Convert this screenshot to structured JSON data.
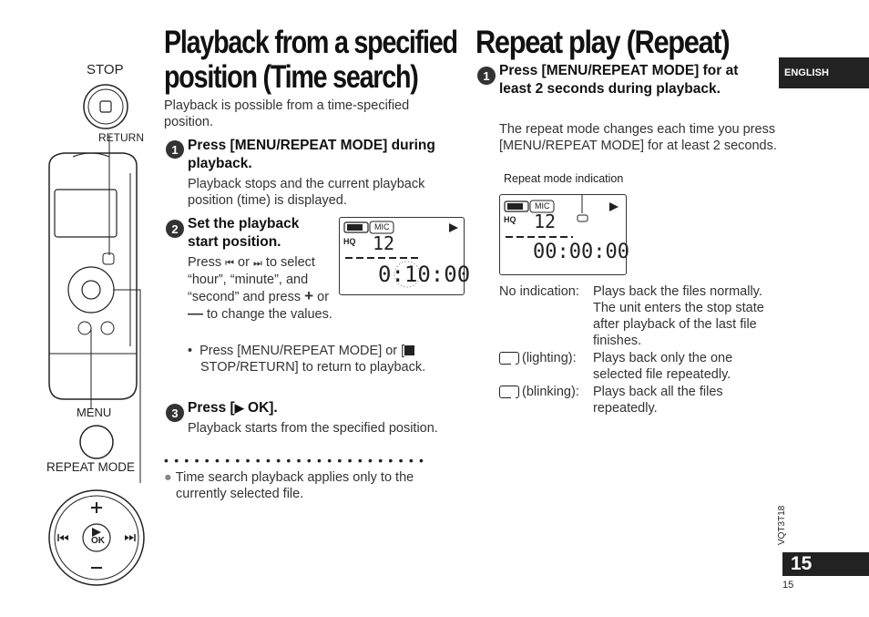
{
  "left_title": [
    "Playback from a specified",
    "position (Time search)"
  ],
  "left_intro": "Playback is possible from a time-specified position.",
  "device_labels": {
    "stop": "STOP",
    "return": "RETURN",
    "menu": "MENU",
    "repeat_mode": "REPEAT MODE",
    "ok": "OK"
  },
  "steps_left": [
    {
      "num": "1",
      "head": "Press [MENU/REPEAT MODE] during playback.",
      "body": "Playback stops and the current playback position (time) is displayed."
    },
    {
      "num": "2",
      "head": "Set the playback start position.",
      "body_1": "Press",
      "body_2": "or",
      "body_3": "to select “hour”, “minute”, and “second” and press",
      "body_4": "or",
      "body_5": "to change the values.",
      "bullet": "Press [MENU/REPEAT MODE] or [",
      "bullet_2": " STOP/RETURN] to return to playback."
    },
    {
      "num": "3",
      "head_a": "Press [",
      "head_b": " OK].",
      "body": "Playback starts from the specified position."
    }
  ],
  "note": "Time search playback applies only to the currently selected file.",
  "lcd_left": {
    "mic": "MIC",
    "hq": "HQ",
    "file": "12",
    "time": "0:10:00"
  },
  "right_title": "Repeat play (Repeat)",
  "step_right": {
    "num": "1",
    "head": "Press [MENU/REPEAT MODE] for at least 2 seconds during playback.",
    "body": "The repeat mode changes each time you press [MENU/REPEAT MODE] for at least 2 seconds."
  },
  "repeat_indication_label": "Repeat mode indication",
  "lcd_right": {
    "mic": "MIC",
    "hq": "HQ",
    "file": "12",
    "time": "00:00:00"
  },
  "modes": [
    {
      "label": "No indication:",
      "desc": "Plays back the files normally. The unit enters the stop state after playback of the last file finishes."
    },
    {
      "label": "(lighting):",
      "desc": "Plays back only the one selected file repeatedly."
    },
    {
      "label": "(blinking):",
      "desc": "Plays back all the files repeatedly."
    }
  ],
  "language_tab": "ENGLISH",
  "doc_code": "VQT3T18",
  "page_number": "15",
  "page_number_small": "15"
}
